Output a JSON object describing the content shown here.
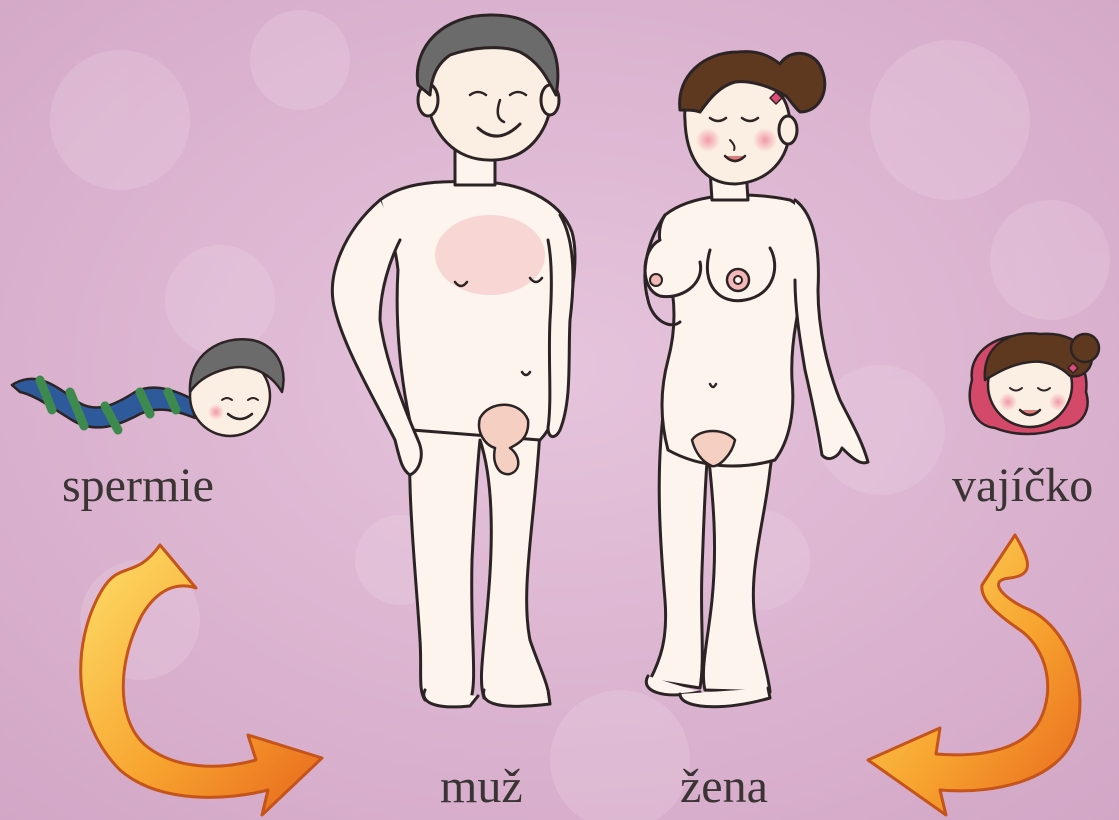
{
  "labels": {
    "sperm": "spermie",
    "egg": "vajíčko",
    "man": "muž",
    "woman": "žena"
  },
  "colors": {
    "background": "#dcb3cf",
    "skin": "#fdf4ee",
    "outline": "#2c2424",
    "hair_grey": "#6b6b6b",
    "hair_brown": "#5e3920",
    "arrow_outer": "#f39a1c",
    "arrow_inner": "#fde06a",
    "arrow_edge": "#c4541a",
    "tail_blue": "#2e5a9c",
    "tail_green": "#3e8a4e",
    "text": "#3a3434"
  },
  "icons": [
    "sperm-character-icon",
    "egg-character-icon",
    "curved-arrow-left-icon",
    "curved-arrow-right-icon"
  ]
}
